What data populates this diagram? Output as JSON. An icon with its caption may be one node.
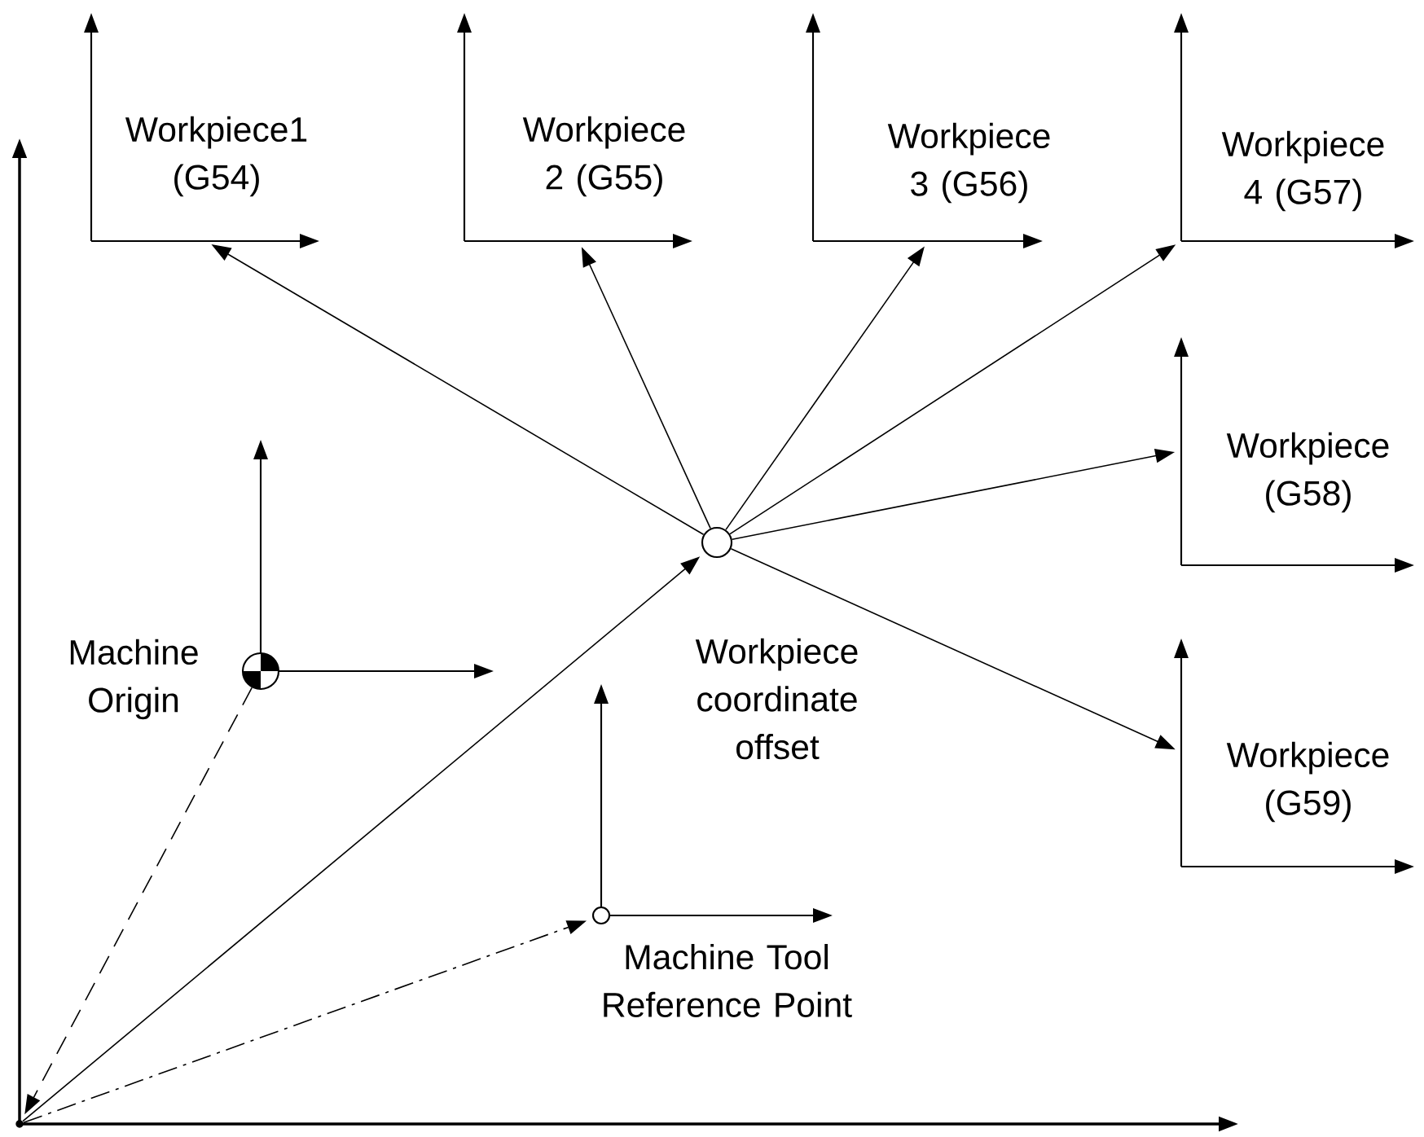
{
  "diagram": {
    "nodes": [
      {
        "text": [
          "Workpiece1 (G54)"
        ]
      },
      {
        "text": [
          "Workpiece 2 (G55)"
        ]
      },
      {
        "text": [
          "Workpiece 3 (G56)"
        ]
      },
      {
        "text": [
          "Workpiece 4 (G57)"
        ]
      },
      {
        "text": [
          "Workpiece (G58)"
        ]
      },
      {
        "text": [
          "Workpiece (G59)"
        ]
      },
      {
        "text": [],
        "shape": "circle",
        "beside": [
          "Machine Origin"
        ]
      },
      {
        "text": [],
        "shape": "circle",
        "beside": [
          "Workpiece coordinate offset"
        ]
      },
      {
        "text": [],
        "shape": "circle",
        "beside": [
          "Machine Tool Reference Point"
        ]
      },
      {
        "text": [],
        "shape": "point"
      }
    ],
    "edges": [
      {
        "from": 7,
        "to": 0,
        "arrow": "to"
      },
      {
        "from": 7,
        "to": 1,
        "arrow": "to"
      },
      {
        "from": 7,
        "to": 2,
        "arrow": "to"
      },
      {
        "from": 7,
        "to": 3,
        "arrow": "to"
      },
      {
        "from": 7,
        "to": 4,
        "arrow": "to"
      },
      {
        "from": 7,
        "to": 5,
        "arrow": "to"
      },
      {
        "from": 9,
        "to": 7,
        "arrow": "to"
      },
      {
        "from": 6,
        "to": 9,
        "arrow": "to",
        "style": "dashed"
      },
      {
        "from": 9,
        "to": 8,
        "arrow": "to",
        "style": "dashed"
      }
    ]
  }
}
